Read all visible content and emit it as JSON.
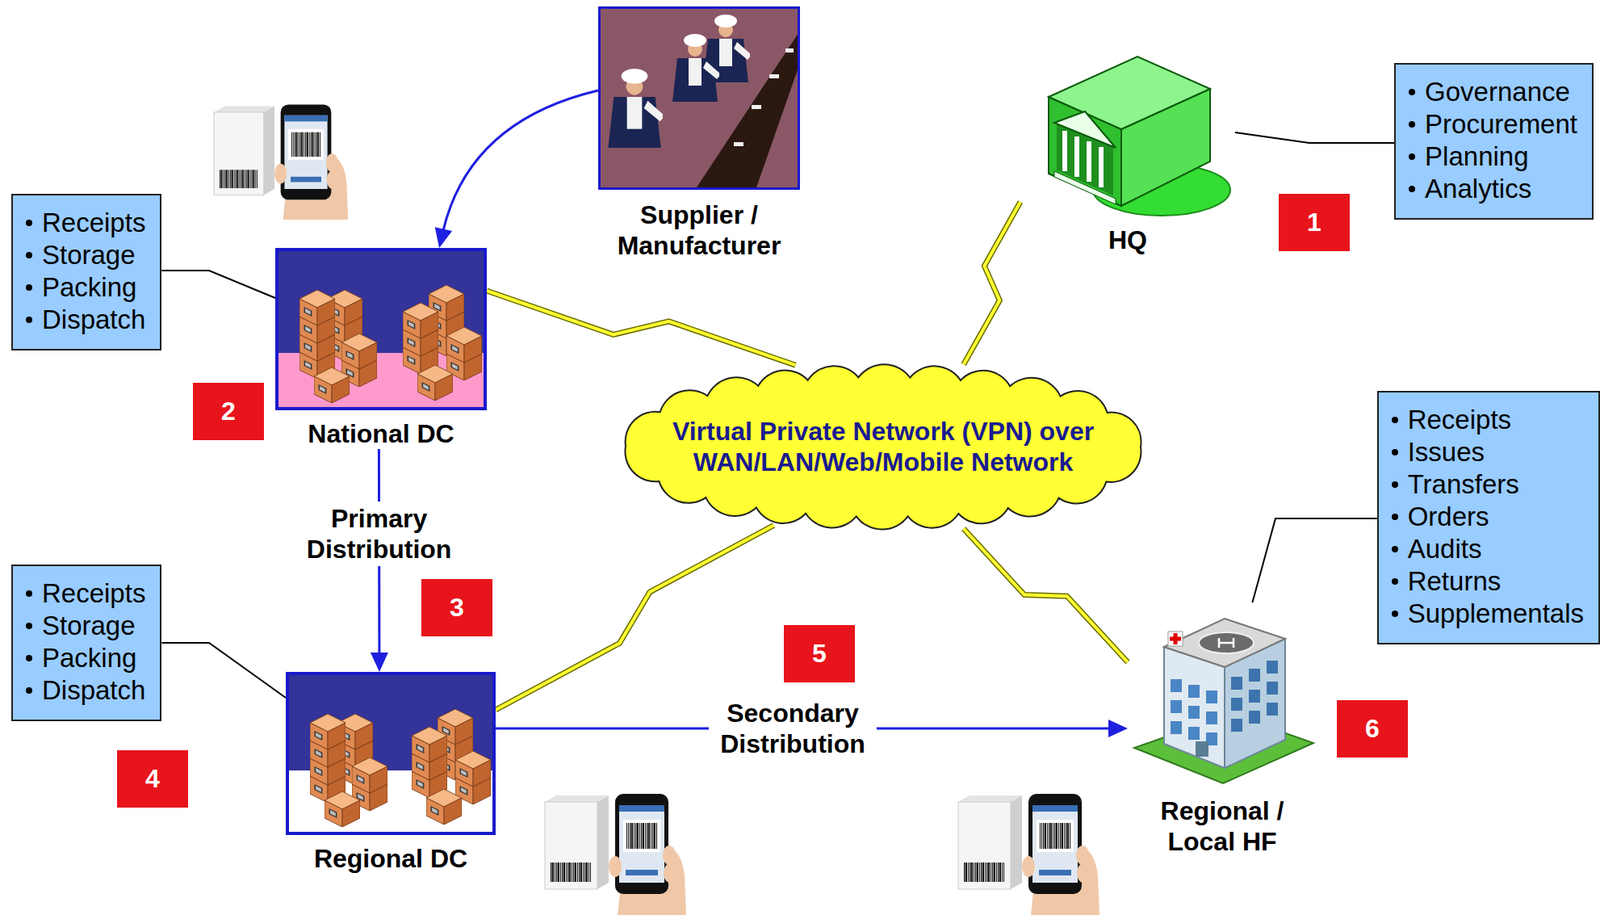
{
  "diagram": {
    "nodes": [
      {
        "text": [
          "Supplier / Manufacturer"
        ]
      },
      {
        "text": [
          "HQ"
        ]
      },
      {
        "text": [
          "Governance",
          "Procurement",
          "Planning",
          "Analytics"
        ]
      },
      {
        "text": [
          "Receipts",
          "Storage",
          "Packing",
          "Dispatch"
        ]
      },
      {
        "text": [
          "National DC"
        ]
      },
      {
        "text": [
          "Virtual Private Network (VPN) over WAN/LAN/Web/Mobile Network"
        ]
      },
      {
        "text": [
          "Receipts",
          "Issues",
          "Transfers",
          "Orders",
          "Audits",
          "Returns",
          "Supplementals"
        ]
      },
      {
        "text": [
          "Receipts",
          "Storage",
          "Packing",
          "Dispatch"
        ]
      },
      {
        "text": [
          "Regional DC"
        ]
      },
      {
        "text": [
          "Regional / Local HF"
        ]
      }
    ],
    "edges": [
      {
        "from": 0,
        "to": 4,
        "arrow": "to"
      },
      {
        "from": 4,
        "to": 8,
        "label": "Primary Distribution",
        "arrow": "to"
      },
      {
        "from": 8,
        "to": 9,
        "label": "Secondary Distribution",
        "arrow": "to"
      },
      {
        "from": 4,
        "to": 5,
        "arrow": "none"
      },
      {
        "from": 1,
        "to": 5,
        "arrow": "none"
      },
      {
        "from": 8,
        "to": 5,
        "arrow": "none"
      },
      {
        "from": 9,
        "to": 5,
        "arrow": "none"
      },
      {
        "from": 2,
        "to": 1,
        "arrow": "none"
      },
      {
        "from": 3,
        "to": 4,
        "arrow": "none"
      },
      {
        "from": 7,
        "to": 8,
        "arrow": "none"
      },
      {
        "from": 6,
        "to": 9,
        "arrow": "none"
      }
    ],
    "labels": [
      "1",
      "2",
      "3",
      "4",
      "5",
      "6"
    ]
  }
}
